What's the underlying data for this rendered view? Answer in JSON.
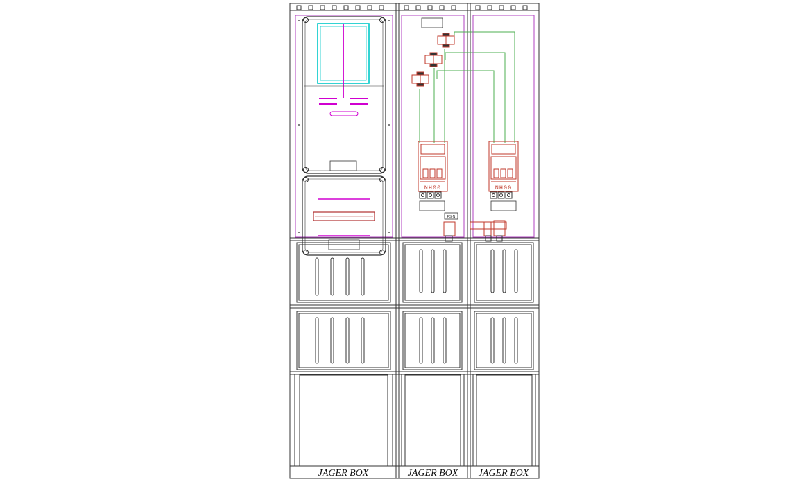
{
  "columns": [
    {
      "brand": "JAGER BOX",
      "plate_text": "",
      "label_text": ""
    },
    {
      "brand": "JAGER BOX",
      "plate_text": "",
      "label_text": "",
      "breaker_label": "NH00",
      "fs_label": "FS-N"
    },
    {
      "brand": "JAGER BOX",
      "plate_text": "",
      "label_text": "",
      "breaker_label": "NH00"
    }
  ],
  "colors": {
    "frame": "#333333",
    "inner_border": "#b040c0",
    "meter_window": "#00c8c8",
    "busbar": "#d000d0",
    "wiring": "#4caf50",
    "components": "#c0392b"
  },
  "icons": [
    "fuse-holder-icon",
    "nh00-fuse-switch-icon",
    "terminal-clamp-icon",
    "mounting-screw-icon"
  ]
}
